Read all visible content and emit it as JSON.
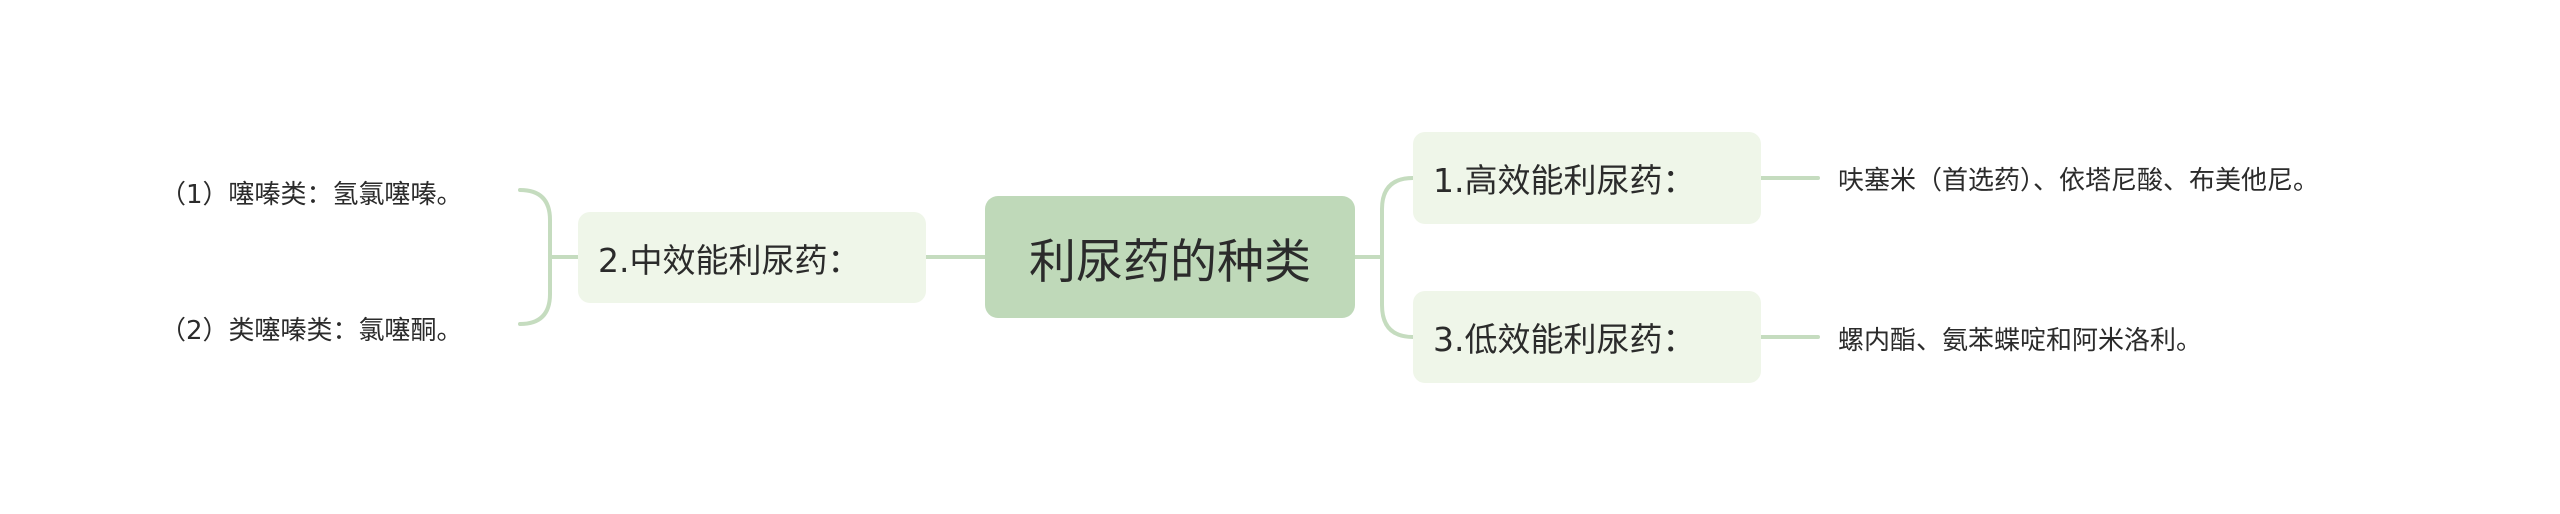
{
  "colors": {
    "root_fill": "#bfd9b9",
    "branch_fill": "#eff6e9",
    "connector": "#c5dcbf",
    "text": "#2b2b2b"
  },
  "root": {
    "label": "利尿药的种类"
  },
  "branches": {
    "high": {
      "label": "1.高效能利尿药：",
      "detail": "呋塞米（首选药）、依塔尼酸、布美他尼。"
    },
    "medium": {
      "label": "2.中效能利尿药：",
      "subitems": [
        "（1）噻嗪类：氢氯噻嗪。",
        "（2）类噻嗪类：氯噻酮。"
      ]
    },
    "low": {
      "label": "3.低效能利尿药：",
      "detail": "螺内酯、氨苯蝶啶和阿米洛利。"
    }
  }
}
